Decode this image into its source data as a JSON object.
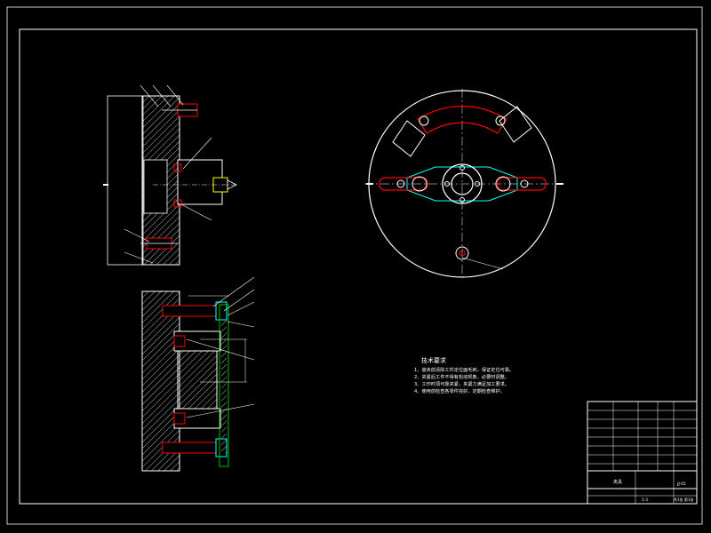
{
  "colors": {
    "background": "#000000",
    "line": "#ffffff",
    "hatch": "#ffffff",
    "part_red": "#ff0000",
    "part_cyan": "#00ffff",
    "part_green": "#00c000",
    "part_yellow": "#ffff00",
    "dim_white": "#dddddd"
  },
  "notes": {
    "title": "技术要求",
    "lines": [
      "1、装夹前清除工件定位面毛刺，保证定位可靠。",
      "2、夹紧后工件不得有松动现象，必要时调整。",
      "3、工作时须可靠夹紧，夹紧力满足加工要求。",
      "4、使用前检查各零件完好，定期检查维护。"
    ]
  },
  "title_block": {
    "drawing_name": "夹具",
    "drawing_no": "JJ-01",
    "scale": "1:1",
    "sheet": "共1张 第1张"
  }
}
